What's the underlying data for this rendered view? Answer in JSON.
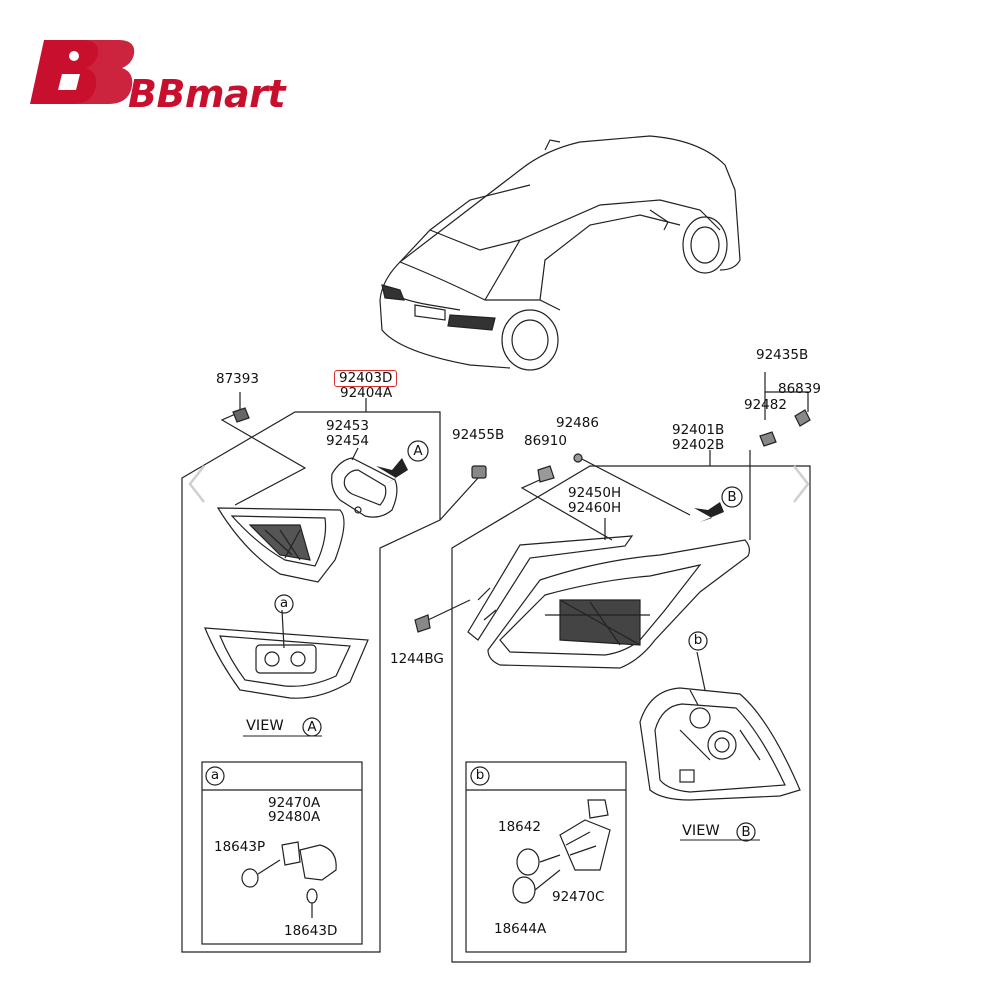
{
  "brand": {
    "name": "BBmart",
    "color": "#c8102e"
  },
  "highlight": {
    "part_number": "92403D",
    "color": "#d93030"
  },
  "labels": {
    "p87393": "87393",
    "p92403D": "92403D",
    "p92404A": "92404A",
    "p92453": "92453",
    "p92454": "92454",
    "p92455B": "92455B",
    "p86910": "86910",
    "p92486": "92486",
    "p92401B": "92401B",
    "p92402B": "92402B",
    "p92435B": "92435B",
    "p86839": "86839",
    "p92482": "92482",
    "p92450H": "92450H",
    "p92460H": "92460H",
    "p1244BG": "1244BG",
    "p92470A": "92470A",
    "p92480A": "92480A",
    "p18643P": "18643P",
    "p18643D": "18643D",
    "p18642": "18642",
    "p92470C": "92470C",
    "p18644A": "18644A"
  },
  "views": {
    "view_a_text": "VIEW",
    "view_a_letter": "A",
    "view_b_text": "VIEW",
    "view_b_letter": "B"
  },
  "callouts": {
    "arrow_a": "A",
    "arrow_b": "B",
    "circle_a": "a",
    "circle_b": "b",
    "detail_a": "a",
    "detail_b": "b"
  },
  "icons": [
    "logo-mark",
    "chevron-left-icon",
    "chevron-right-icon",
    "arrow-a-icon",
    "arrow-b-icon"
  ]
}
